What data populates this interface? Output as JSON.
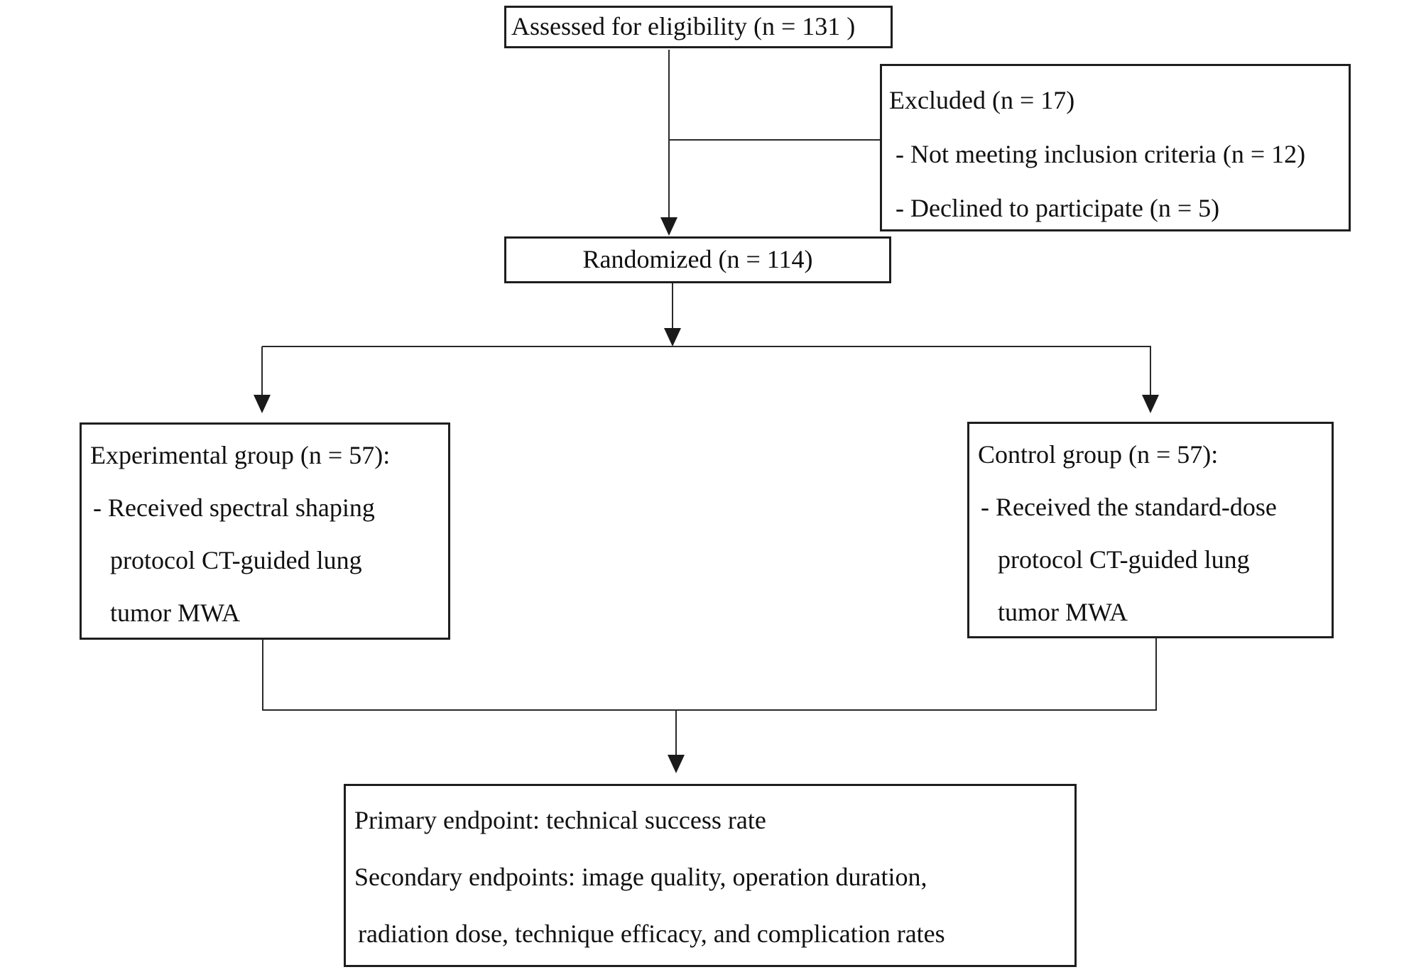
{
  "diagram": {
    "assessed_box": {
      "text": "Assessed for eligibility (n = 131 )"
    },
    "excluded_box": {
      "title": "Excluded (n = 17)",
      "items": [
        "- Not meeting inclusion criteria (n = 12)",
        "- Declined to participate (n = 5)"
      ]
    },
    "randomized_box": {
      "text": "Randomized (n = 114)"
    },
    "experimental_box": {
      "title": "Experimental group (n = 57):",
      "lines": [
        "- Received spectral shaping",
        "protocol CT-guided lung",
        "tumor MWA"
      ]
    },
    "control_box": {
      "title": "Control group (n = 57):",
      "lines": [
        "- Received the standard-dose",
        "protocol CT-guided lung",
        "tumor MWA"
      ]
    },
    "endpoints_box": {
      "lines": [
        "Primary endpoint: technical success rate",
        "Secondary endpoints: image quality, operation duration,",
        "radiation dose, technique efficacy, and complication rates"
      ]
    },
    "colors": {
      "line": "#2a2a2a",
      "border": "#1e1e1e",
      "text": "#101010",
      "background": "#ffffff"
    }
  }
}
